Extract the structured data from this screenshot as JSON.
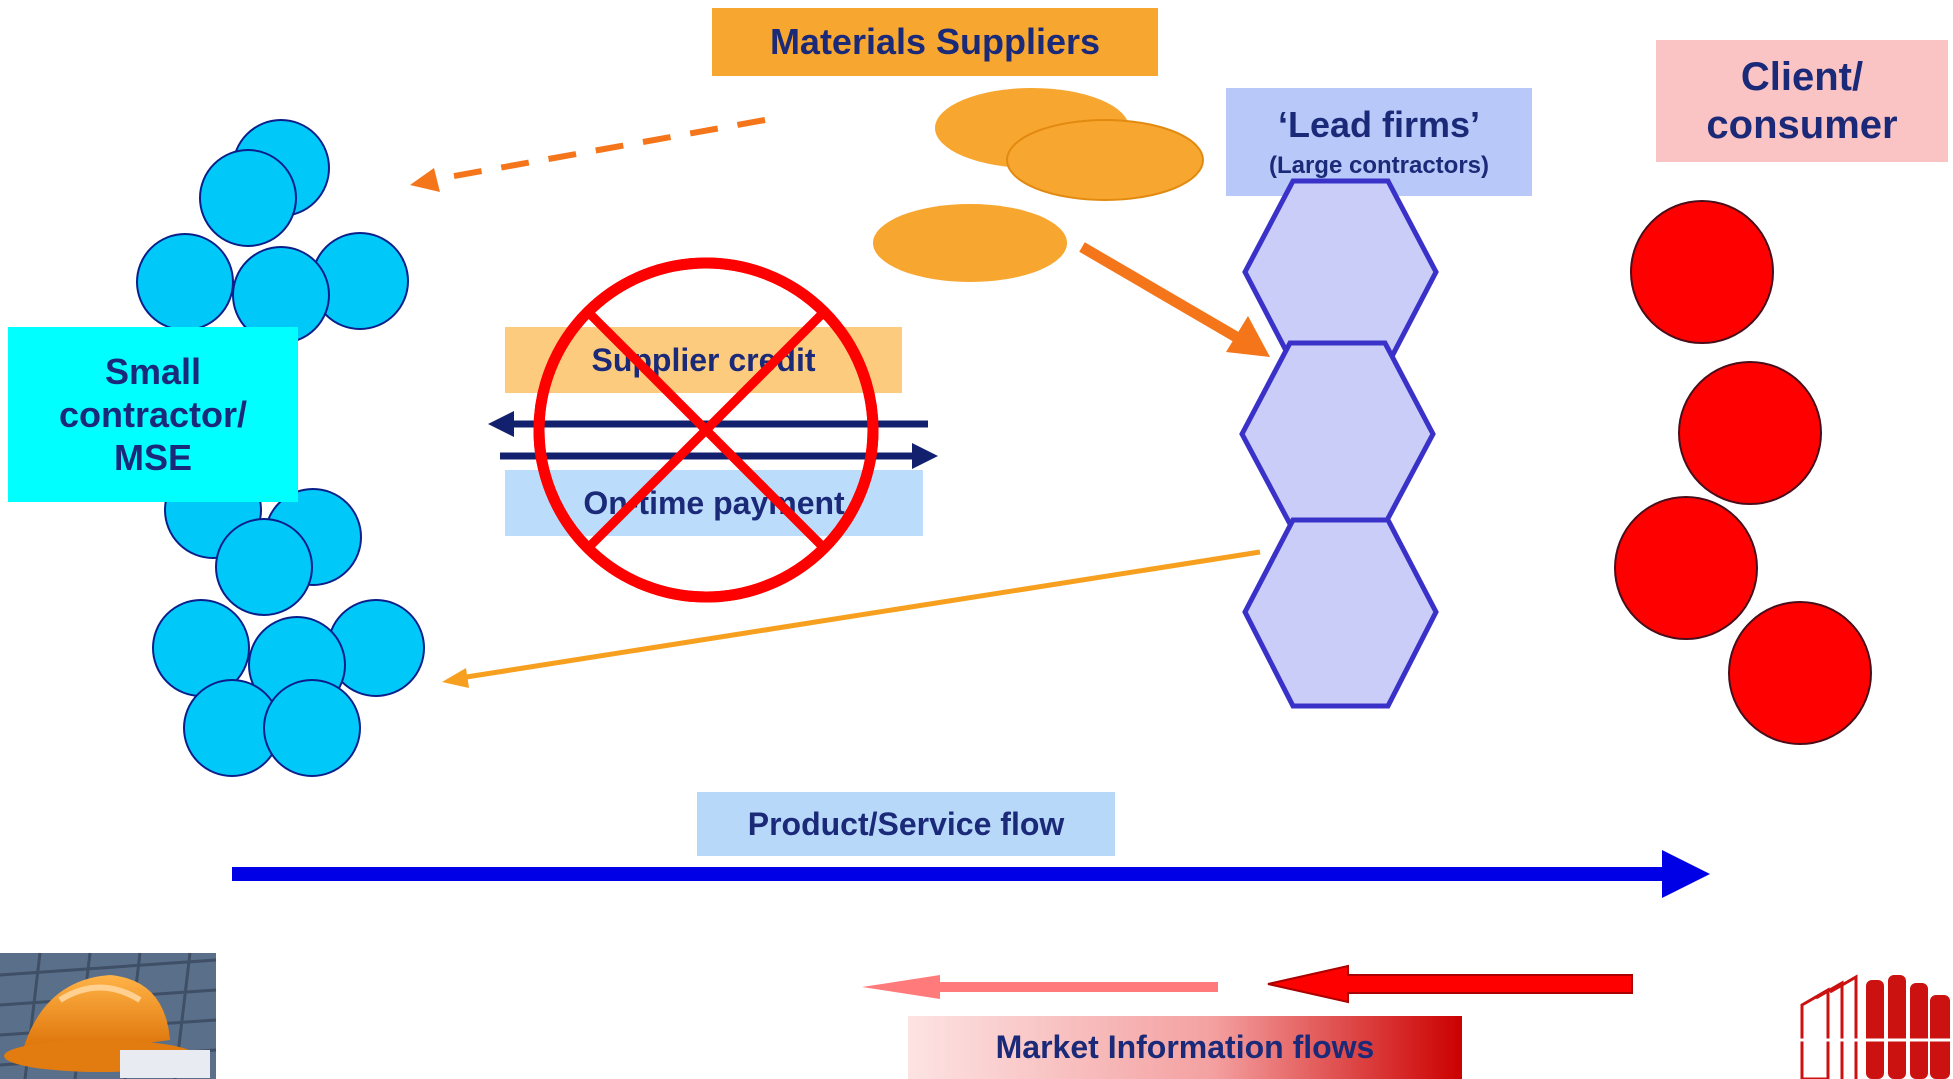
{
  "labels": {
    "materials_suppliers": "Materials Suppliers",
    "lead_firms": "‘Lead firms’",
    "lead_firms_sub": "(Large contractors)",
    "client_line1": "Client/",
    "client_line2": "consumer",
    "small_line1": "Small",
    "small_line2": "contractor/",
    "small_line3": "MSE",
    "supplier_credit": "Supplier credit",
    "on_time_payment": "On-time payment",
    "product_flow": "Product/Service flow",
    "market_info": "Market Information flows"
  },
  "colors": {
    "supplier_label_bg": "#f7a630",
    "supplier_ellipse": "#f7a630",
    "lead_box_bg": "#b8c8f8",
    "hexagon_fill": "#c9cdf8",
    "hexagon_stroke": "#3a32c8",
    "client_box_bg": "#fbc4c4",
    "client_circle": "#ff0000",
    "small_box_bg": "#00ffff",
    "contractor_circle": "#00c8f8",
    "credit_box_bg": "#fdcb7e",
    "payment_box_bg": "#bcdcfc",
    "product_box_bg": "#b8d8fa",
    "product_arrow": "#0000e6",
    "prohibit_sign": "#ff0000",
    "text": "#1b2a78"
  },
  "icons": {
    "left": "hard-hat-photo",
    "right": "books-logo-icon"
  }
}
